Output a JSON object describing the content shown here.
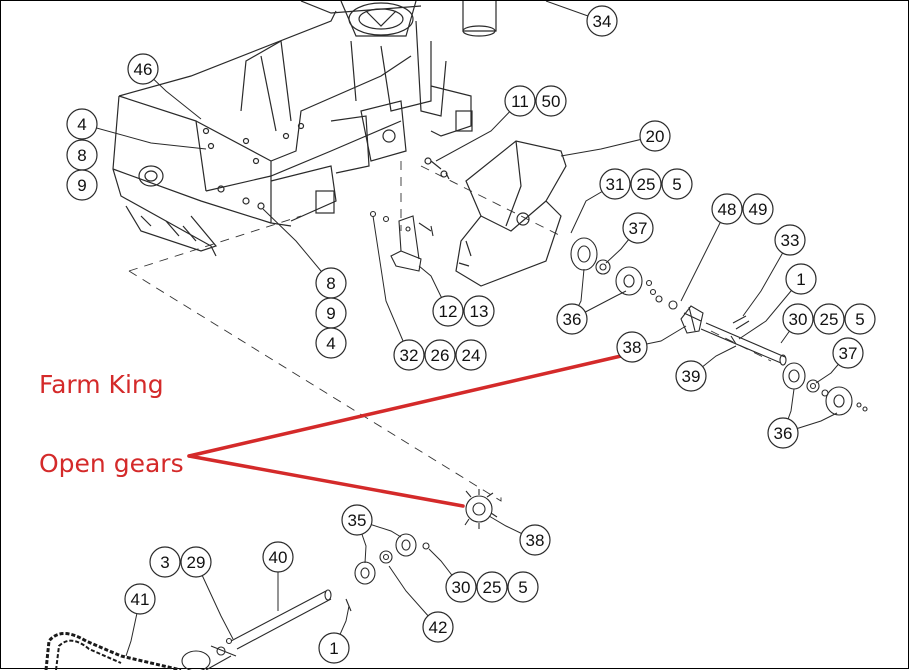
{
  "colors": {
    "line": "#2a2a2a",
    "annotation": "#d42a2a",
    "balloon_fill": "#ffffff"
  },
  "annotations": {
    "brand": "Farm King",
    "label": "Open gears"
  },
  "balloons": [
    {
      "id": "b34",
      "text": "34"
    },
    {
      "id": "b46",
      "text": "46"
    },
    {
      "id": "b11",
      "text": "11"
    },
    {
      "id": "b50",
      "text": "50"
    },
    {
      "id": "b20",
      "text": "20"
    },
    {
      "id": "b4a",
      "text": "4"
    },
    {
      "id": "b8a",
      "text": "8"
    },
    {
      "id": "b9a",
      "text": "9"
    },
    {
      "id": "b31",
      "text": "31"
    },
    {
      "id": "b25a",
      "text": "25"
    },
    {
      "id": "b5a",
      "text": "5"
    },
    {
      "id": "b48",
      "text": "48"
    },
    {
      "id": "b49",
      "text": "49"
    },
    {
      "id": "b37a",
      "text": "37"
    },
    {
      "id": "b33",
      "text": "33"
    },
    {
      "id": "b1a",
      "text": "1"
    },
    {
      "id": "b8b",
      "text": "8"
    },
    {
      "id": "b9b",
      "text": "9"
    },
    {
      "id": "b4b",
      "text": "4"
    },
    {
      "id": "b12",
      "text": "12"
    },
    {
      "id": "b13",
      "text": "13"
    },
    {
      "id": "b36a",
      "text": "36"
    },
    {
      "id": "b30a",
      "text": "30"
    },
    {
      "id": "b25b",
      "text": "25"
    },
    {
      "id": "b5b",
      "text": "5"
    },
    {
      "id": "b38a",
      "text": "38"
    },
    {
      "id": "b32",
      "text": "32"
    },
    {
      "id": "b26",
      "text": "26"
    },
    {
      "id": "b24",
      "text": "24"
    },
    {
      "id": "b37b",
      "text": "37"
    },
    {
      "id": "b39",
      "text": "39"
    },
    {
      "id": "b36b",
      "text": "36"
    },
    {
      "id": "b35",
      "text": "35"
    },
    {
      "id": "b38b",
      "text": "38"
    },
    {
      "id": "b3",
      "text": "3"
    },
    {
      "id": "b29",
      "text": "29"
    },
    {
      "id": "b40",
      "text": "40"
    },
    {
      "id": "b30b",
      "text": "30"
    },
    {
      "id": "b25c",
      "text": "25"
    },
    {
      "id": "b5c",
      "text": "5"
    },
    {
      "id": "b41",
      "text": "41"
    },
    {
      "id": "b42",
      "text": "42"
    },
    {
      "id": "b1b",
      "text": "1"
    }
  ]
}
